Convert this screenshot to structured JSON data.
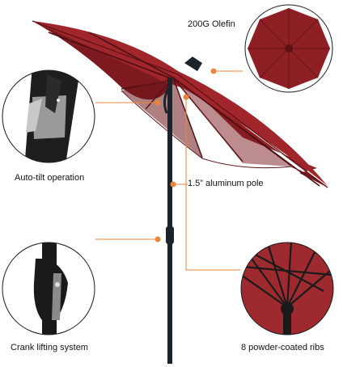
{
  "labels": {
    "olefin": "200G Olefin",
    "auto_tilt": "Auto-tilt operation",
    "pole": "1.5” aluminum pole",
    "crank": "Crank lifting system",
    "ribs": "8 powder-coated ribs"
  },
  "colors": {
    "canopy": "#8e1f24",
    "canopy_dark": "#6a1519",
    "pole": "#1d232a",
    "callout_line": "#e8853b",
    "circle_border": "#1a1a1a"
  },
  "icons": [
    "umbrella-image",
    "auto-tilt-closeup",
    "canopy-top-closeup",
    "crank-closeup",
    "ribs-underside-closeup"
  ]
}
